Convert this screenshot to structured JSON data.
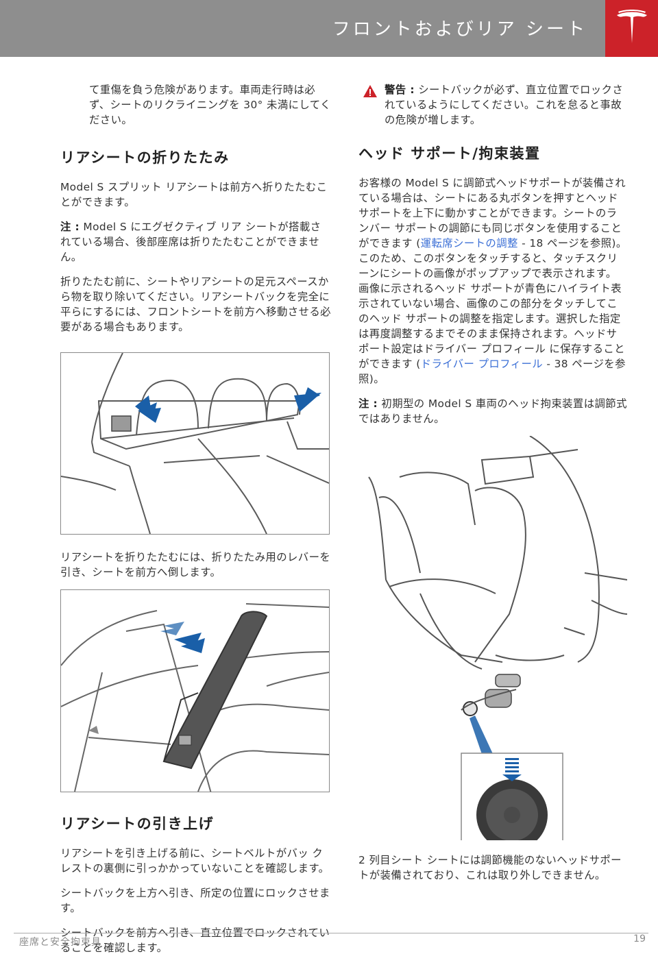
{
  "header": {
    "title": "フロントおよびリア シート",
    "logo_icon": "tesla-logo-icon",
    "color": "#8e8e8e",
    "logo_color": "#cc2229"
  },
  "left": {
    "intro": "て重傷を負う危険があります。車両走行時は必ず、シートのリクライニングを 30° 未満にしてください。",
    "fold_heading": "リアシートの折りたたみ",
    "fold_p1": "Model S スプリット リアシートは前方へ折りたたむことができます。",
    "fold_note_label": "注 :",
    "fold_note_text": " Model S にエグゼクティブ リア シートが搭載されている場合、後部座席は折りたたむことができません。",
    "fold_p2": "折りたたむ前に、シートやリアシートの足元スペースから物を取り除いてください。リアシートバックを完全に平らにするには、フロントシートを前方へ移動させる必要がある場合もあります。",
    "fig1_caption": "リアシートを折りたたむには、折りたたみ用のレバーを引き、シートを前方へ倒します。",
    "raise_heading": "リアシートの引き上げ",
    "raise_p1": "リアシートを引き上げる前に、シートベルトがバッ クレストの裏側に引っかかっていないことを確認します。",
    "raise_p2": "シートバックを上方へ引き、所定の位置にロックさせます。",
    "raise_p3": "シートバックを前方へ引き、直立位置でロックされていることを確認します。"
  },
  "right": {
    "warning_label": "警告 :",
    "warning_text": " シートバックが必ず、直立位置でロックされているようにしてください。これを怠ると事故の危険が増します。",
    "head_heading": "ヘッド サポート/拘束装置",
    "head_p1_a": "お客様の Model S に調節式ヘッドサポートが装備されている場合は、シートにある丸ボタンを押すとヘッドサポートを上下に動かすことができます。シートのランバー サポートの調節にも同じボタンを使用することができます (",
    "head_p1_link1": "運転席シートの調整",
    "head_p1_b": " - 18 ページを参照)。このため、このボタンをタッチすると、タッチスクリーンにシートの画像がポップアップで表示されます。画像に示されるヘッド サポートが青色にハイライト表示されていない場合、画像のこの部分をタッチしてこのヘッド サポートの調整を指定します。選択した指定は再度調整するまでそのまま保持されます。ヘッドサポート設定はドライバー プロフィール に保存することができます (",
    "head_p1_link2": "ドライバー プロフィール",
    "head_p1_c": " - 38 ページを参照)。",
    "head_note_label": "注 :",
    "head_note_text": " 初期型の Model S 車両のヘッド拘束装置は調節式ではありません。",
    "fig_caption": "2 列目シート シートには調節機能のないヘッドサポートが装備されており、これは取り外しできません。"
  },
  "footer": {
    "section": "座席と安全拘束具",
    "page": "19"
  }
}
